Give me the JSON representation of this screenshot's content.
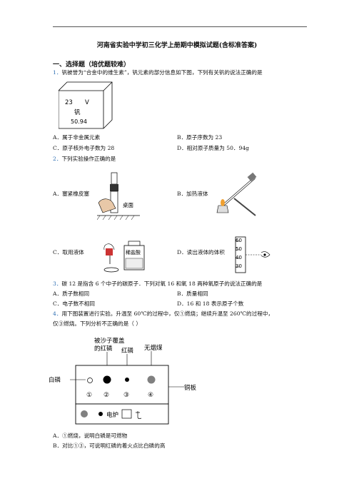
{
  "doc_title": "河南省实验中学初三化学上册期中模拟试题(含标准答案)",
  "section": "一、选择题（培优题较难）",
  "q1": {
    "num": "1．",
    "text": "钒被誉为“合金中的维生素”，钒元素的部分信息如下图，下列有关钒的说法正确的是",
    "element": {
      "number": "23",
      "symbol": "V",
      "name": "钒",
      "mass": "50.94"
    },
    "options": [
      "A．属于非金属元素",
      "B．原子序数为 23",
      "C．原子核外电子数为 28",
      "D．相对原子质量为 50．94g"
    ]
  },
  "q2": {
    "num": "2．",
    "text": "下列实验操作正确的是",
    "options": [
      "A．塞紧橡皮塞",
      "B．加热液体",
      "C．取用液体",
      "D．读出液体的体积"
    ],
    "desk_label": "桌面",
    "reagent_label": "稀盐酸",
    "cylinder_ticks": [
      "60",
      "50",
      "40",
      "30"
    ]
  },
  "q3": {
    "num": "3．",
    "text": "碳 12 是指含 6 个中子的碳原子．下列对氧 16 和氧 18 两种氧原子的说法正确的是",
    "options": [
      "A．质子数相同",
      "B．质量相同",
      "C．电子数不相同",
      "D．16 和 18 表示原子个数"
    ]
  },
  "q4": {
    "num": "4．",
    "line1": "用下图装置进行实验。升温至 60℃的过程中，仅①燃烧；继续升温至 260℃的过程中，",
    "line2": "仅③燃烧。下列分析不正确的是（    ）",
    "labels": {
      "sand": "被沙子覆盖",
      "sand2": "的红磷",
      "red_p": "红磷",
      "coal": "无烟煤",
      "white_p": "白磷",
      "plate": "铜板",
      "stove": "电炉"
    },
    "positions": [
      "①",
      "②",
      "③",
      "④"
    ],
    "options": [
      "A．①燃烧，说明白磷是可燃物",
      "B．对比①③，可说明红磷的着火点比白磷的高"
    ]
  }
}
